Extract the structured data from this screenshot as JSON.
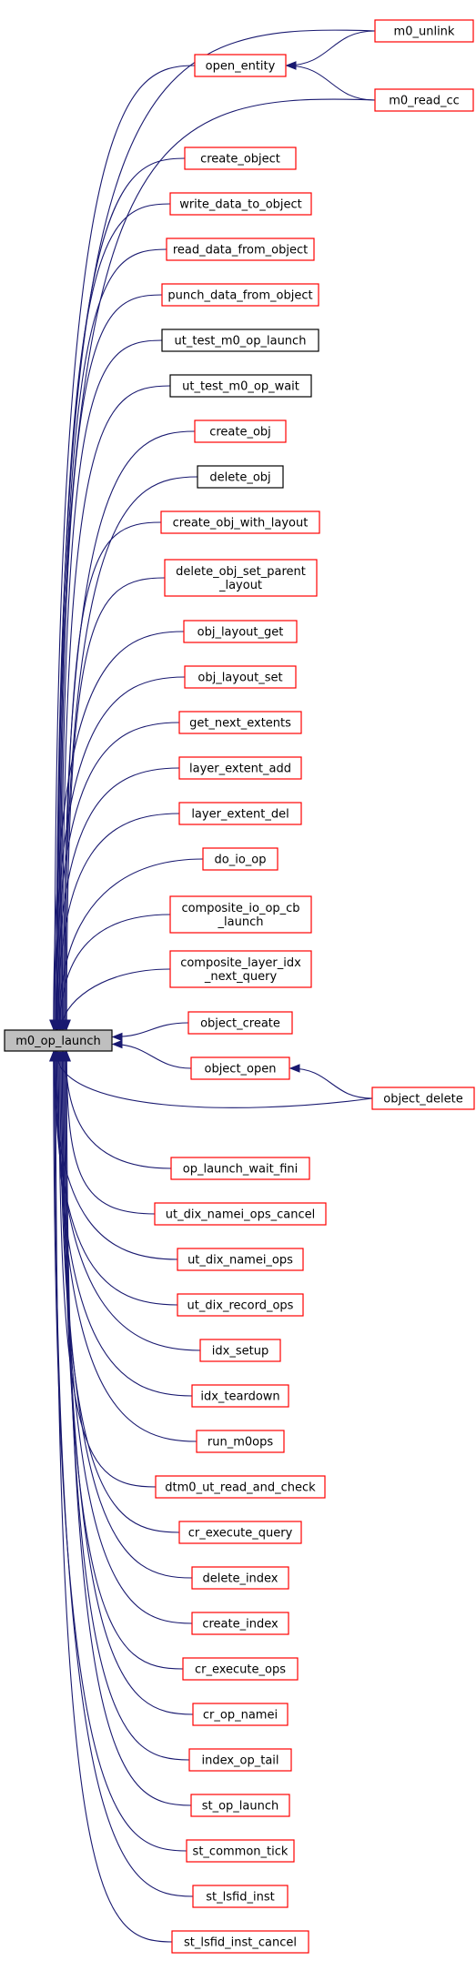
{
  "root": {
    "label": "m0_op_launch"
  },
  "nodes": [
    {
      "id": "m0_unlink",
      "lines": [
        "m0_unlink"
      ],
      "border": "red"
    },
    {
      "id": "open_entity",
      "lines": [
        "open_entity"
      ],
      "border": "red"
    },
    {
      "id": "m0_read_cc",
      "lines": [
        "m0_read_cc"
      ],
      "border": "red"
    },
    {
      "id": "create_object",
      "lines": [
        "create_object"
      ],
      "border": "red"
    },
    {
      "id": "write_data_to_object",
      "lines": [
        "write_data_to_object"
      ],
      "border": "red"
    },
    {
      "id": "read_data_from_object",
      "lines": [
        "read_data_from_object"
      ],
      "border": "red"
    },
    {
      "id": "punch_data_from_object",
      "lines": [
        "punch_data_from_object"
      ],
      "border": "red"
    },
    {
      "id": "ut_test_m0_op_launch",
      "lines": [
        "ut_test_m0_op_launch"
      ],
      "border": "black"
    },
    {
      "id": "ut_test_m0_op_wait",
      "lines": [
        "ut_test_m0_op_wait"
      ],
      "border": "black"
    },
    {
      "id": "create_obj",
      "lines": [
        "create_obj"
      ],
      "border": "red"
    },
    {
      "id": "delete_obj",
      "lines": [
        "delete_obj"
      ],
      "border": "black"
    },
    {
      "id": "create_obj_with_layout",
      "lines": [
        "create_obj_with_layout"
      ],
      "border": "red"
    },
    {
      "id": "delete_obj_set_parent_layout",
      "lines": [
        "delete_obj_set_parent",
        "_layout"
      ],
      "border": "red"
    },
    {
      "id": "obj_layout_get",
      "lines": [
        "obj_layout_get"
      ],
      "border": "red"
    },
    {
      "id": "obj_layout_set",
      "lines": [
        "obj_layout_set"
      ],
      "border": "red"
    },
    {
      "id": "get_next_extents",
      "lines": [
        "get_next_extents"
      ],
      "border": "red"
    },
    {
      "id": "layer_extent_add",
      "lines": [
        "layer_extent_add"
      ],
      "border": "red"
    },
    {
      "id": "layer_extent_del",
      "lines": [
        "layer_extent_del"
      ],
      "border": "red"
    },
    {
      "id": "do_io_op",
      "lines": [
        "do_io_op"
      ],
      "border": "red"
    },
    {
      "id": "composite_io_op_cb_launch",
      "lines": [
        "composite_io_op_cb",
        "_launch"
      ],
      "border": "red"
    },
    {
      "id": "composite_layer_idx_next_query",
      "lines": [
        "composite_layer_idx",
        "_next_query"
      ],
      "border": "red"
    },
    {
      "id": "object_create",
      "lines": [
        "object_create"
      ],
      "border": "red"
    },
    {
      "id": "object_open",
      "lines": [
        "object_open"
      ],
      "border": "red"
    },
    {
      "id": "object_delete",
      "lines": [
        "object_delete"
      ],
      "border": "red"
    },
    {
      "id": "op_launch_wait_fini",
      "lines": [
        "op_launch_wait_fini"
      ],
      "border": "red"
    },
    {
      "id": "ut_dix_namei_ops_cancel",
      "lines": [
        "ut_dix_namei_ops_cancel"
      ],
      "border": "red"
    },
    {
      "id": "ut_dix_namei_ops",
      "lines": [
        "ut_dix_namei_ops"
      ],
      "border": "red"
    },
    {
      "id": "ut_dix_record_ops",
      "lines": [
        "ut_dix_record_ops"
      ],
      "border": "red"
    },
    {
      "id": "idx_setup",
      "lines": [
        "idx_setup"
      ],
      "border": "red"
    },
    {
      "id": "idx_teardown",
      "lines": [
        "idx_teardown"
      ],
      "border": "red"
    },
    {
      "id": "run_m0ops",
      "lines": [
        "run_m0ops"
      ],
      "border": "red"
    },
    {
      "id": "dtm0_ut_read_and_check",
      "lines": [
        "dtm0_ut_read_and_check"
      ],
      "border": "red"
    },
    {
      "id": "cr_execute_query",
      "lines": [
        "cr_execute_query"
      ],
      "border": "red"
    },
    {
      "id": "delete_index",
      "lines": [
        "delete_index"
      ],
      "border": "red"
    },
    {
      "id": "create_index",
      "lines": [
        "create_index"
      ],
      "border": "red"
    },
    {
      "id": "cr_execute_ops",
      "lines": [
        "cr_execute_ops"
      ],
      "border": "red"
    },
    {
      "id": "cr_op_namei",
      "lines": [
        "cr_op_namei"
      ],
      "border": "red"
    },
    {
      "id": "index_op_tail",
      "lines": [
        "index_op_tail"
      ],
      "border": "red"
    },
    {
      "id": "st_op_launch",
      "lines": [
        "st_op_launch"
      ],
      "border": "red"
    },
    {
      "id": "st_common_tick",
      "lines": [
        "st_common_tick"
      ],
      "border": "red"
    },
    {
      "id": "st_lsfid_inst",
      "lines": [
        "st_lsfid_inst"
      ],
      "border": "red"
    },
    {
      "id": "st_lsfid_inst_cancel",
      "lines": [
        "st_lsfid_inst_cancel"
      ],
      "border": "red"
    }
  ],
  "edges": [
    {
      "from": "m0_unlink",
      "to": "open_entity"
    },
    {
      "from": "m0_read_cc",
      "to": "open_entity"
    },
    {
      "from": "object_delete",
      "to": "object_open"
    }
  ]
}
